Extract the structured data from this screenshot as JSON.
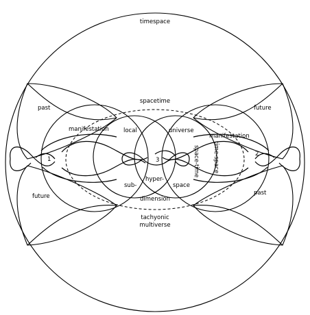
{
  "labels": {
    "timespace": "timespace",
    "spacetime": "spacetime",
    "past_left": "past",
    "future_right": "future",
    "manifestation_left": "manifestation",
    "manifestation_right": "manifestation",
    "local": "local",
    "universe": "universe",
    "time_space": "time-space",
    "space_time": "space-time",
    "future_left": "future",
    "past_right": "past",
    "sub": "sub-",
    "hyper": "hyper-",
    "space": "space",
    "dimension": "dimension",
    "tachyonic": "tachyonic",
    "multiverse": "multiverse",
    "node1": "1",
    "node2": "2",
    "node3": "3"
  }
}
